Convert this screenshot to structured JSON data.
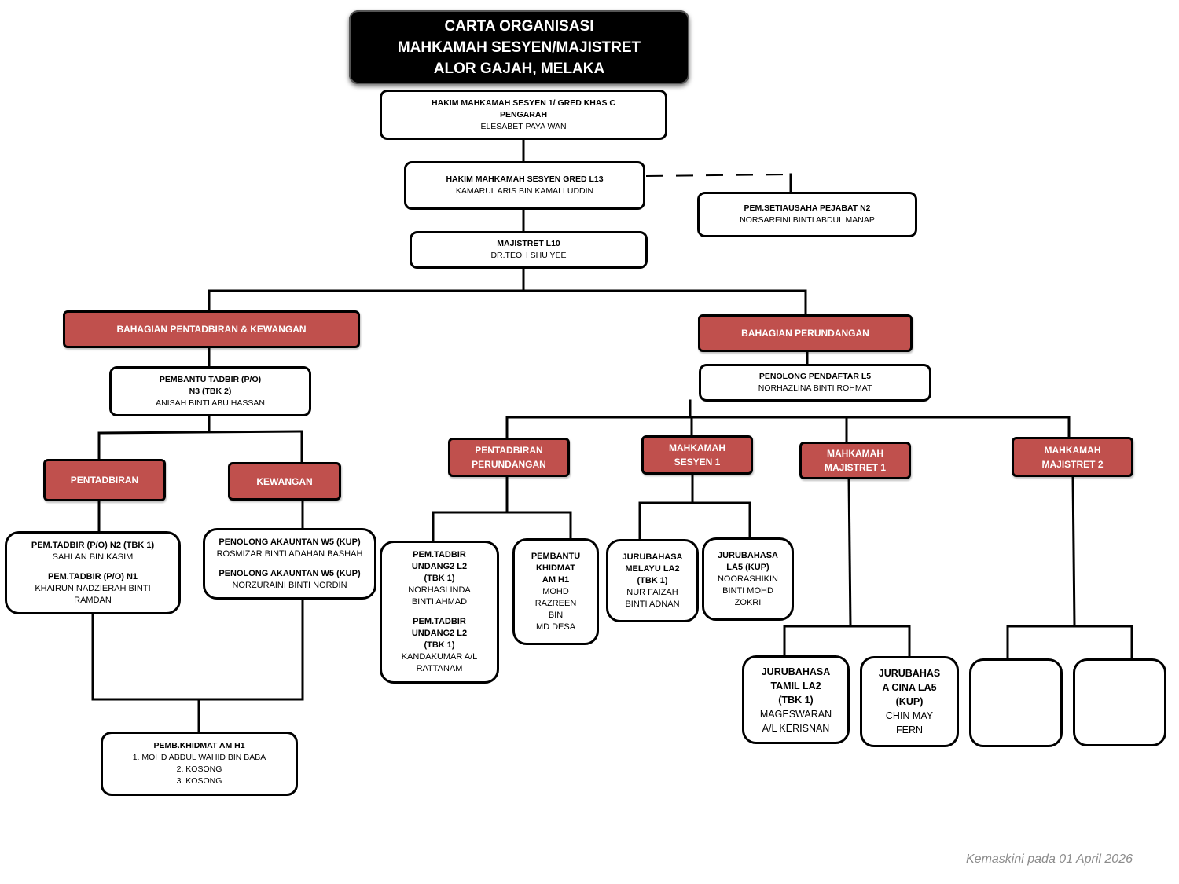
{
  "title": {
    "line1": "CARTA ORGANISASI",
    "line2": "MAHKAMAH SESYEN/MAJISTRET",
    "line3": "ALOR GAJAH, MELAKA"
  },
  "nodes": {
    "pengarah": {
      "titles": [
        "HAKIM MAHKAMAH SESYEN 1/  GRED KHAS C",
        "PENGARAH"
      ],
      "name": "ELESABET PAYA WAN"
    },
    "hakim_l13": {
      "title": "HAKIM MAHKAMAH SESYEN GRED L13",
      "name": "KAMARUL ARIS BIN KAMALLUDDIN"
    },
    "setiausaha": {
      "title": "PEM.SETIAUSAHA PEJABAT N2",
      "name": "NORSARFINI  BINTI ABDUL MANAP"
    },
    "majistret_l10": {
      "title": "MAJISTRET L10",
      "name": "DR.TEOH SHU YEE"
    },
    "pembantu_tadbir": {
      "titles": [
        "PEMBANTU TADBIR (P/O)",
        "N3 (TBK 2)"
      ],
      "name": "ANISAH BINTI ABU HASSAN"
    },
    "penolong_pendaftar": {
      "title": "PENOLONG PENDAFTAR L5",
      "name": "NORHAZLINA BINTI ROHMAT"
    },
    "tadbir_staff": [
      {
        "title": "PEM.TADBIR (P/O) N2 (TBK 1)",
        "name": "SAHLAN BIN KASIM"
      },
      {
        "title": "PEM.TADBIR (P/O) N1",
        "name_lines": [
          "KHAIRUN NADZIERAH BINTI",
          "RAMDAN"
        ]
      }
    ],
    "akaun_staff": [
      {
        "title": "PENOLONG AKAUNTAN W5 (KUP)",
        "name": "ROSMIZAR BINTI ADAHAN BASHAH"
      },
      {
        "title": "PENOLONG AKAUNTAN W5 (KUP)",
        "name": "NORZURAINI BINTI NORDIN"
      }
    ],
    "khidmat_am": {
      "title": "PEMB.KHIDMAT AM H1",
      "members": [
        "1. MOHD ABDUL WAHID BIN BABA",
        "2. KOSONG",
        "3. KOSONG"
      ]
    },
    "undang_staff": [
      {
        "title_lines": [
          "PEM.TADBIR",
          "UNDANG2 L2",
          "(TBK 1)"
        ],
        "name_lines": [
          "NORHASLINDA",
          "BINTI AHMAD"
        ]
      },
      {
        "title_lines": [
          "PEM.TADBIR",
          "UNDANG2 L2",
          "(TBK 1)"
        ],
        "name_lines": [
          "KANDAKUMAR A/L",
          "RATTANAM"
        ]
      }
    ],
    "pembantu_khidmat": {
      "title_lines": [
        "PEMBANTU",
        "KHIDMAT",
        "AM H1"
      ],
      "name_lines": [
        "MOHD",
        "RAZREEN",
        "BIN",
        "MD DESA"
      ]
    },
    "jurubahasa_melayu": {
      "title_lines": [
        "JURUBAHASA",
        "MELAYU LA2",
        "(TBK 1)"
      ],
      "name_lines": [
        "NUR FAIZAH",
        "BINTI ADNAN"
      ]
    },
    "jurubahasa_la5": {
      "title_lines": [
        "JURUBAHASA",
        "LA5 (KUP)"
      ],
      "name_lines": [
        "NOORASHIKIN",
        "BINTI MOHD",
        "ZOKRI"
      ]
    },
    "jurubahasa_tamil": {
      "title_lines": [
        "JURUBAHASA",
        "TAMIL LA2",
        "(TBK 1)"
      ],
      "name_lines": [
        "MAGESWARAN",
        "A/L KERISNAN"
      ]
    },
    "jurubahasa_cina": {
      "title_lines": [
        "JURUBAHAS",
        "A CINA LA5",
        "(KUP)"
      ],
      "name_lines": [
        "CHIN MAY",
        "FERN"
      ]
    }
  },
  "sections": {
    "pentadbiran_kewangan": "BAHAGIAN PENTADBIRAN & KEWANGAN",
    "perundangan": "BAHAGIAN PERUNDANGAN",
    "pentadbiran": "PENTADBIRAN",
    "kewangan": "KEWANGAN",
    "pentadbiran_perundangan": [
      "PENTADBIRAN",
      "PERUNDANGAN"
    ],
    "mahkamah_sesyen_1": [
      "MAHKAMAH",
      "SESYEN 1"
    ],
    "mahkamah_majistret_1": [
      "MAHKAMAH",
      "MAJISTRET 1"
    ],
    "mahkamah_majistret_2": [
      "MAHKAMAH",
      "MAJISTRET 2"
    ]
  },
  "footer": {
    "updated": "Kemaskini pada  01 April 2026"
  },
  "colors": {
    "section_fill": "#c0504d",
    "title_fill": "#000000",
    "border": "#000000",
    "footer_text": "#8c8c8c"
  }
}
